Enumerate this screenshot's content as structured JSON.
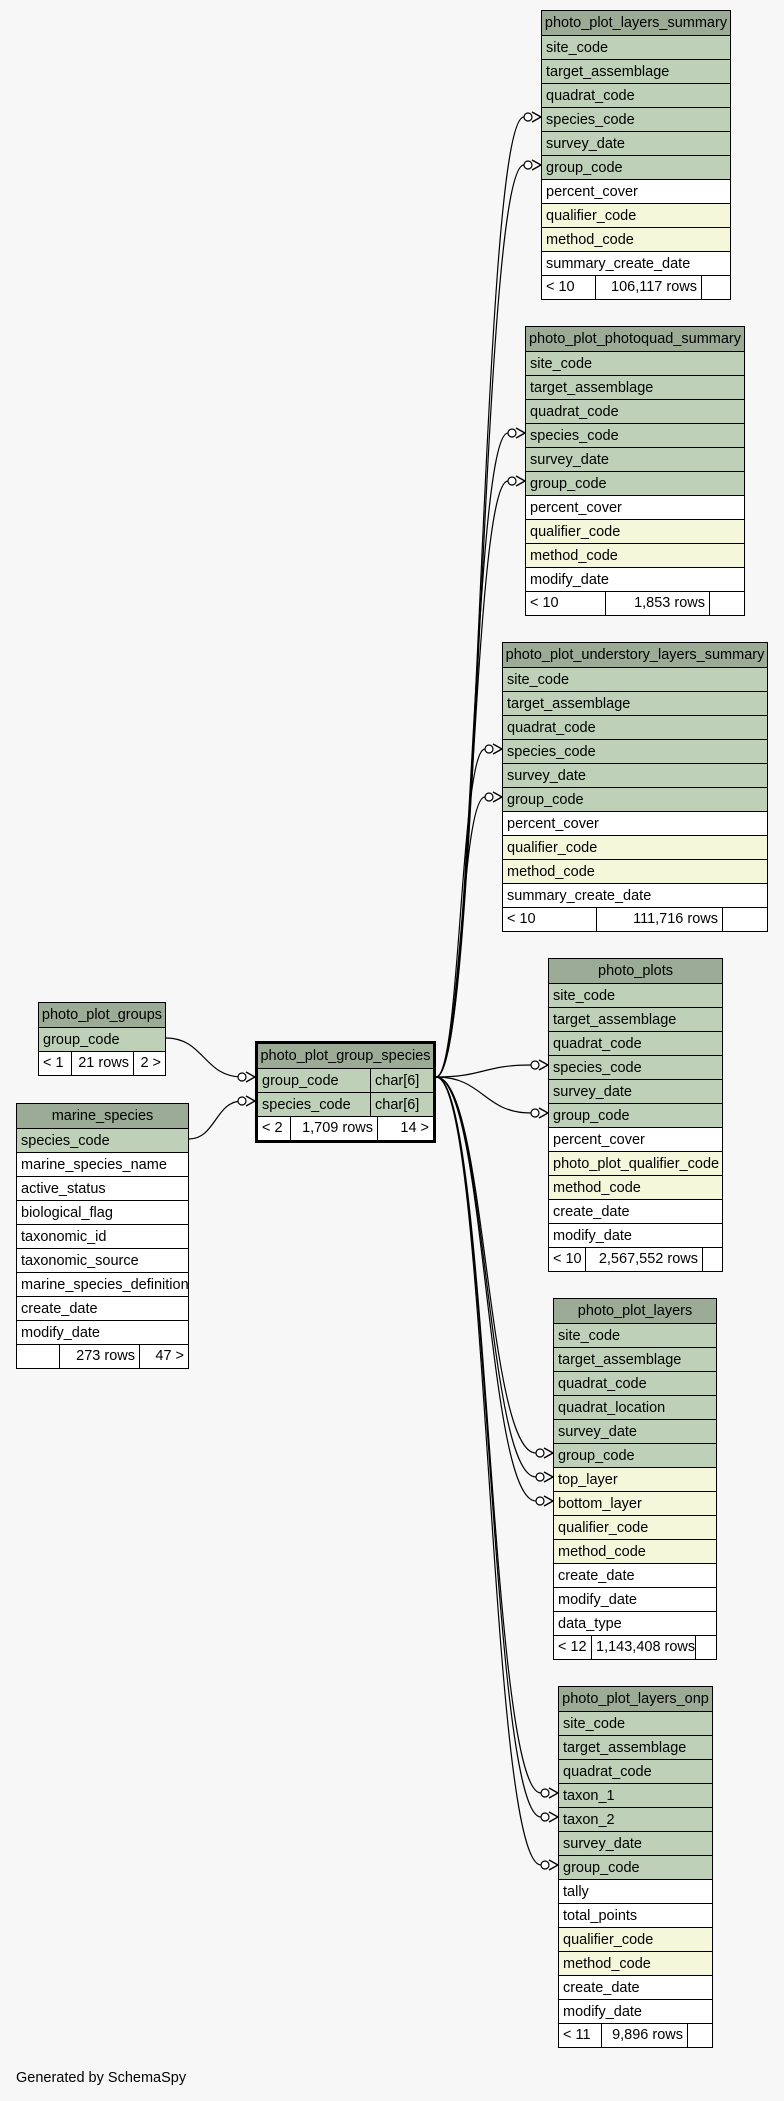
{
  "footer": {
    "generated_by": "Generated by SchemaSpy"
  },
  "tables": {
    "photo_plot_layers_summary": {
      "name": "photo_plot_layers_summary",
      "columns": [
        {
          "name": "site_code",
          "kind": "pk"
        },
        {
          "name": "target_assemblage",
          "kind": "pk"
        },
        {
          "name": "quadrat_code",
          "kind": "pk"
        },
        {
          "name": "species_code",
          "kind": "pk"
        },
        {
          "name": "survey_date",
          "kind": "pk"
        },
        {
          "name": "group_code",
          "kind": "pk"
        },
        {
          "name": "percent_cover",
          "kind": "plain"
        },
        {
          "name": "qualifier_code",
          "kind": "fk"
        },
        {
          "name": "method_code",
          "kind": "fk"
        },
        {
          "name": "summary_create_date",
          "kind": "plain"
        }
      ],
      "footer": {
        "parents": "< 10",
        "rows": "106,117 rows",
        "children": ""
      }
    },
    "photo_plot_photoquad_summary": {
      "name": "photo_plot_photoquad_summary",
      "columns": [
        {
          "name": "site_code",
          "kind": "pk"
        },
        {
          "name": "target_assemblage",
          "kind": "pk"
        },
        {
          "name": "quadrat_code",
          "kind": "pk"
        },
        {
          "name": "species_code",
          "kind": "pk"
        },
        {
          "name": "survey_date",
          "kind": "pk"
        },
        {
          "name": "group_code",
          "kind": "pk"
        },
        {
          "name": "percent_cover",
          "kind": "plain"
        },
        {
          "name": "qualifier_code",
          "kind": "fk"
        },
        {
          "name": "method_code",
          "kind": "fk"
        },
        {
          "name": "modify_date",
          "kind": "plain"
        }
      ],
      "footer": {
        "parents": "< 10",
        "rows": "1,853 rows",
        "children": ""
      }
    },
    "photo_plot_understory_layers_summary": {
      "name": "photo_plot_understory_layers_summary",
      "columns": [
        {
          "name": "site_code",
          "kind": "pk"
        },
        {
          "name": "target_assemblage",
          "kind": "pk"
        },
        {
          "name": "quadrat_code",
          "kind": "pk"
        },
        {
          "name": "species_code",
          "kind": "pk"
        },
        {
          "name": "survey_date",
          "kind": "pk"
        },
        {
          "name": "group_code",
          "kind": "pk"
        },
        {
          "name": "percent_cover",
          "kind": "plain"
        },
        {
          "name": "qualifier_code",
          "kind": "fk"
        },
        {
          "name": "method_code",
          "kind": "fk"
        },
        {
          "name": "summary_create_date",
          "kind": "plain"
        }
      ],
      "footer": {
        "parents": "< 10",
        "rows": "111,716 rows",
        "children": ""
      }
    },
    "photo_plots": {
      "name": "photo_plots",
      "columns": [
        {
          "name": "site_code",
          "kind": "pk"
        },
        {
          "name": "target_assemblage",
          "kind": "pk"
        },
        {
          "name": "quadrat_code",
          "kind": "pk"
        },
        {
          "name": "species_code",
          "kind": "pk"
        },
        {
          "name": "survey_date",
          "kind": "pk"
        },
        {
          "name": "group_code",
          "kind": "pk"
        },
        {
          "name": "percent_cover",
          "kind": "plain"
        },
        {
          "name": "photo_plot_qualifier_code",
          "kind": "fk"
        },
        {
          "name": "method_code",
          "kind": "fk"
        },
        {
          "name": "create_date",
          "kind": "plain"
        },
        {
          "name": "modify_date",
          "kind": "plain"
        }
      ],
      "footer": {
        "parents": "< 10",
        "rows": "2,567,552 rows",
        "children": ""
      }
    },
    "photo_plot_layers": {
      "name": "photo_plot_layers",
      "columns": [
        {
          "name": "site_code",
          "kind": "pk"
        },
        {
          "name": "target_assemblage",
          "kind": "pk"
        },
        {
          "name": "quadrat_code",
          "kind": "pk"
        },
        {
          "name": "quadrat_location",
          "kind": "pk"
        },
        {
          "name": "survey_date",
          "kind": "pk"
        },
        {
          "name": "group_code",
          "kind": "pk"
        },
        {
          "name": "top_layer",
          "kind": "fk"
        },
        {
          "name": "bottom_layer",
          "kind": "fk"
        },
        {
          "name": "qualifier_code",
          "kind": "fk"
        },
        {
          "name": "method_code",
          "kind": "fk"
        },
        {
          "name": "create_date",
          "kind": "plain"
        },
        {
          "name": "modify_date",
          "kind": "plain"
        },
        {
          "name": "data_type",
          "kind": "plain"
        }
      ],
      "footer": {
        "parents": "< 12",
        "rows": "1,143,408 rows",
        "children": ""
      }
    },
    "photo_plot_layers_onp": {
      "name": "photo_plot_layers_onp",
      "columns": [
        {
          "name": "site_code",
          "kind": "pk"
        },
        {
          "name": "target_assemblage",
          "kind": "pk"
        },
        {
          "name": "quadrat_code",
          "kind": "pk"
        },
        {
          "name": "taxon_1",
          "kind": "pk"
        },
        {
          "name": "taxon_2",
          "kind": "pk"
        },
        {
          "name": "survey_date",
          "kind": "pk"
        },
        {
          "name": "group_code",
          "kind": "pk"
        },
        {
          "name": "tally",
          "kind": "plain"
        },
        {
          "name": "total_points",
          "kind": "plain"
        },
        {
          "name": "qualifier_code",
          "kind": "fk"
        },
        {
          "name": "method_code",
          "kind": "fk"
        },
        {
          "name": "create_date",
          "kind": "plain"
        },
        {
          "name": "modify_date",
          "kind": "plain"
        }
      ],
      "footer": {
        "parents": "< 11",
        "rows": "9,896 rows",
        "children": ""
      }
    },
    "photo_plot_groups": {
      "name": "photo_plot_groups",
      "columns": [
        {
          "name": "group_code",
          "kind": "pk"
        }
      ],
      "footer": {
        "parents": "< 1",
        "rows": "21 rows",
        "children": "2 >"
      }
    },
    "marine_species": {
      "name": "marine_species",
      "columns": [
        {
          "name": "species_code",
          "kind": "pk"
        },
        {
          "name": "marine_species_name",
          "kind": "plain"
        },
        {
          "name": "active_status",
          "kind": "plain"
        },
        {
          "name": "biological_flag",
          "kind": "plain"
        },
        {
          "name": "taxonomic_id",
          "kind": "plain"
        },
        {
          "name": "taxonomic_source",
          "kind": "plain"
        },
        {
          "name": "marine_species_definition",
          "kind": "plain"
        },
        {
          "name": "create_date",
          "kind": "plain"
        },
        {
          "name": "modify_date",
          "kind": "plain"
        }
      ],
      "footer": {
        "parents": "",
        "rows": "273 rows",
        "children": "47 >"
      }
    },
    "photo_plot_group_species": {
      "name": "photo_plot_group_species",
      "columns": [
        {
          "name": "group_code",
          "kind": "pk",
          "type": "char[6]"
        },
        {
          "name": "species_code",
          "kind": "pk",
          "type": "char[6]"
        }
      ],
      "footer": {
        "parents": "< 2",
        "rows": "1,709 rows",
        "children": "14 >"
      }
    }
  }
}
